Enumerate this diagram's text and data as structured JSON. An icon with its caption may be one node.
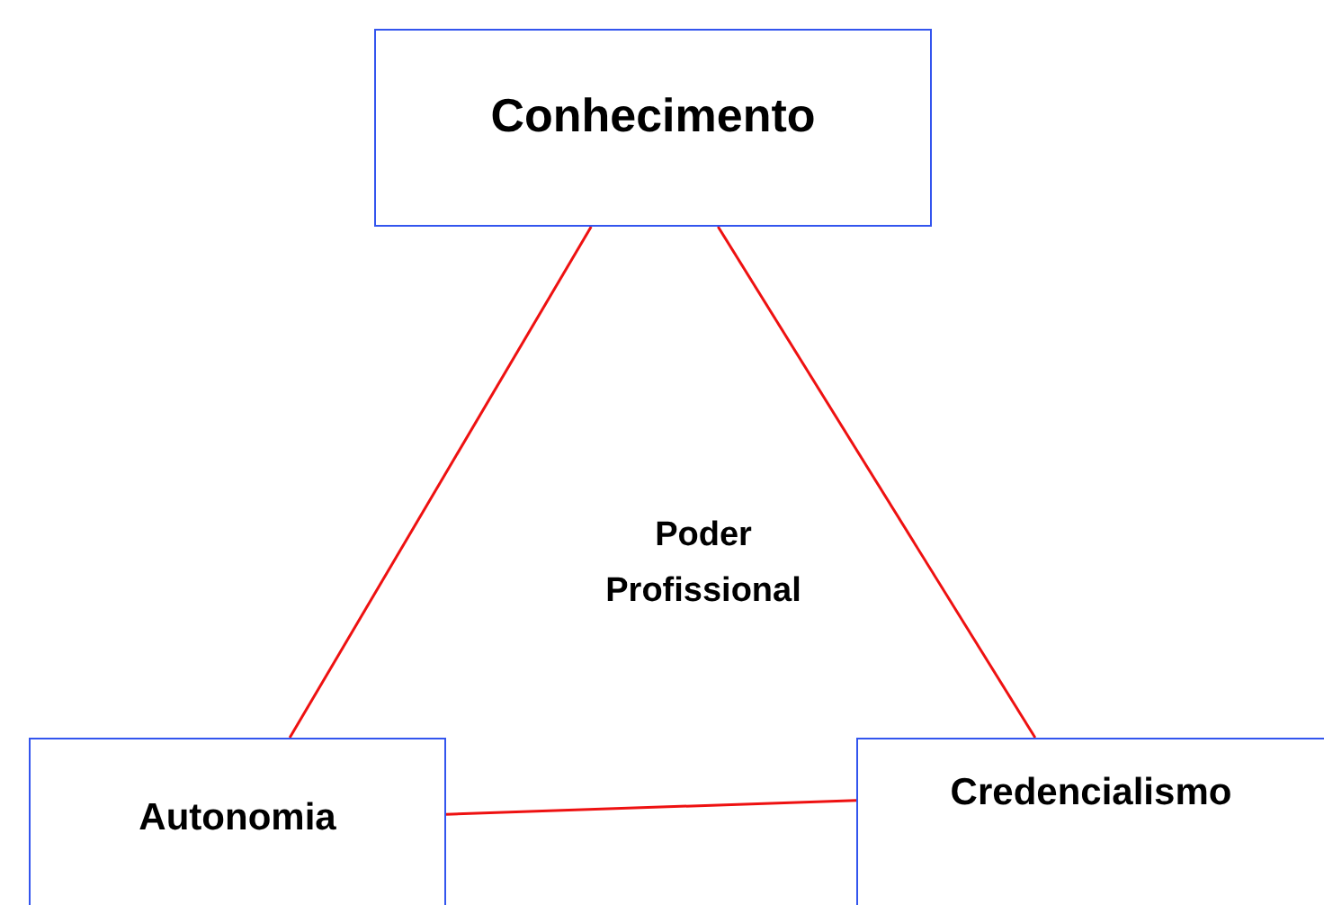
{
  "diagram": {
    "nodes": [
      {
        "text": [
          "Conhecimento"
        ]
      },
      {
        "text": [
          "Autonomia"
        ]
      },
      {
        "text": [
          "Credencialismo"
        ]
      }
    ],
    "edges": [
      {
        "from": 0,
        "to": 1,
        "arrow": "none"
      },
      {
        "from": 0,
        "to": 2,
        "arrow": "none"
      },
      {
        "from": 1,
        "to": 2,
        "arrow": "none"
      }
    ],
    "labels": [
      "Poder Profissional"
    ]
  }
}
